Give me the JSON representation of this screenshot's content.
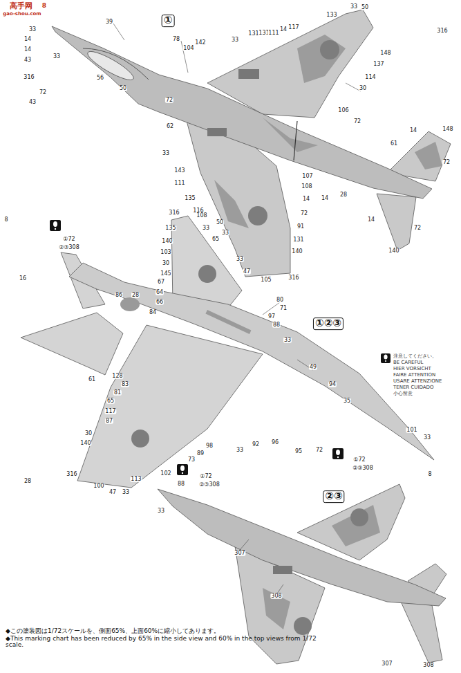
{
  "diagram": {
    "labels": [
      "高手网",
      "8",
      "gao-shou.com",
      "①",
      "33",
      "50",
      "316",
      "133",
      "39",
      "33",
      "56",
      "50",
      "78",
      "104",
      "142",
      "33",
      "131",
      "131",
      "111",
      "14",
      "117",
      "148",
      "137",
      "114",
      "30",
      "106",
      "72",
      "14",
      "148",
      "72",
      "62",
      "61",
      "72",
      "33",
      "143",
      "111",
      "135",
      "116",
      "33",
      "65",
      "33",
      "47",
      "105",
      "316",
      "107",
      "108",
      "14",
      "14",
      "28",
      "72",
      "91",
      "131",
      "140",
      "14",
      "72",
      "140",
      "33",
      "14",
      "14",
      "43",
      "316",
      "72",
      "43",
      "8",
      "16",
      "28",
      "①72",
      "②③308",
      "316",
      "108",
      "50",
      "33",
      "135",
      "140",
      "103",
      "30",
      "145",
      "67",
      "64",
      "66",
      "84",
      "86",
      "28",
      "80",
      "71",
      "97",
      "88",
      "33",
      "①②③",
      "49",
      "94",
      "35",
      "101",
      "33",
      "8",
      "61",
      "128",
      "83",
      "81",
      "65",
      "117",
      "87",
      "30",
      "140",
      "316",
      "100",
      "47",
      "33",
      "113",
      "102",
      "88",
      "73",
      "89",
      "98",
      "33",
      "92",
      "96",
      "95",
      "72",
      "①72",
      "②③308",
      "①72",
      "②③308",
      "注意してください。",
      "BE CAREFUL",
      "HIER VORSICHT",
      "FAIRE ATTENTION",
      "USARE ATTENZIONE",
      "TENER CUIDADO",
      "小心留意",
      "②③",
      "33",
      "307",
      "308",
      "307",
      "308",
      "◆この塗装図は1/72スケールを、側面65%、上面60%に縮小してあります。",
      "◆This marking chart has been reduced by 65% in the side view and 60% in the top views from 1/72 scale."
    ]
  }
}
